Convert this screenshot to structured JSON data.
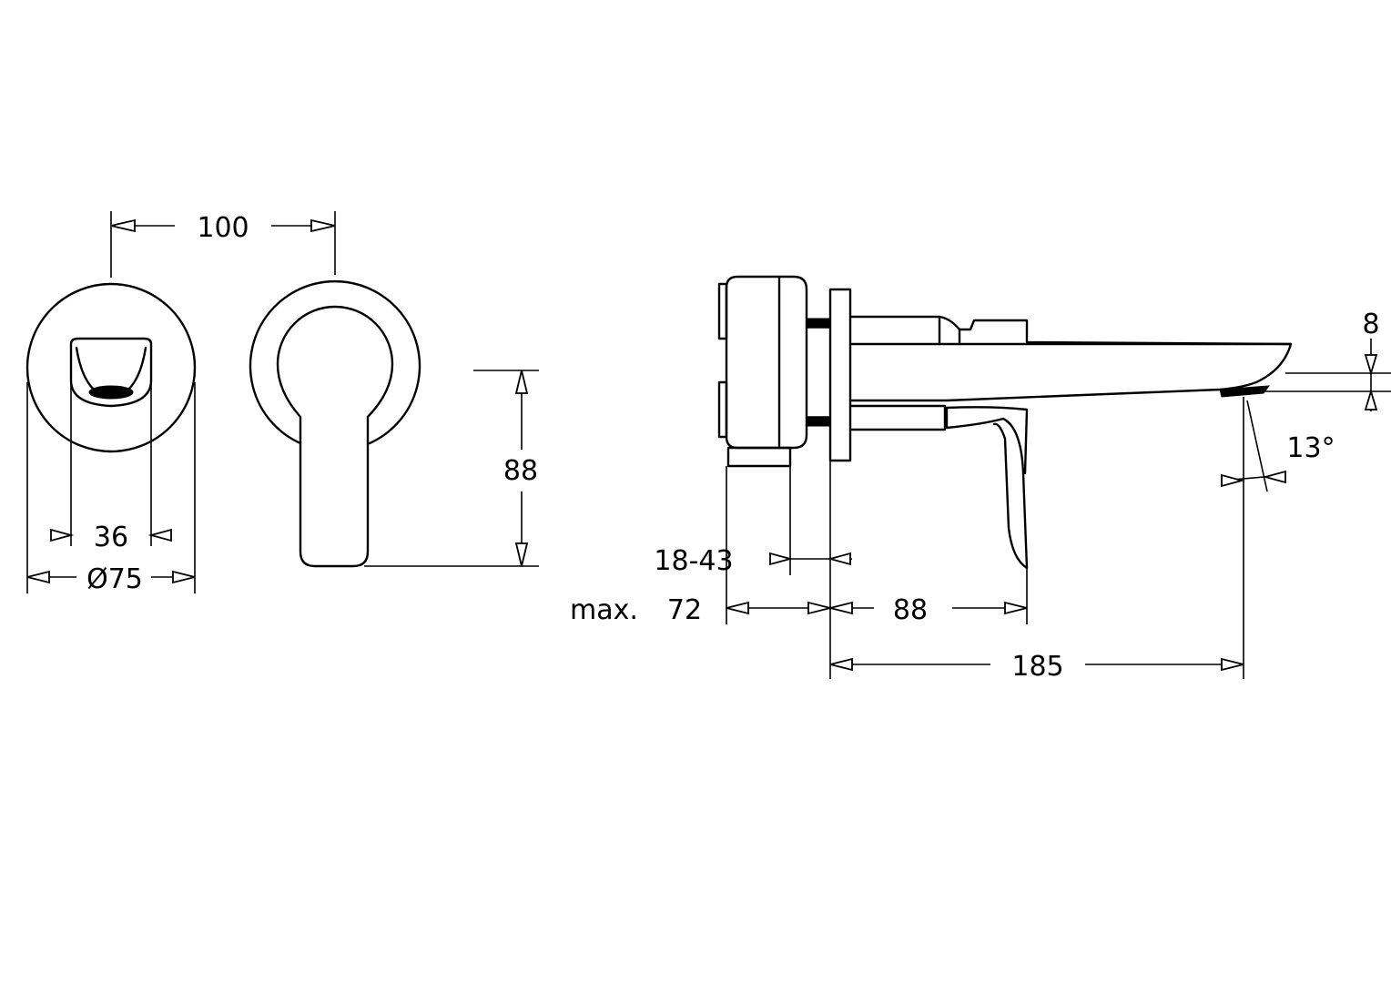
{
  "dimensions": {
    "spacing_between_parts": "100",
    "plate_diameter": "Ø75",
    "spout_width": "36",
    "lever_height": "88",
    "wall_thickness_range": "18-43",
    "max_depth_label": "max.",
    "max_depth_value": "72",
    "lever_projection": "88",
    "spout_projection": "185",
    "spout_outlet_height": "8",
    "spout_angle": "13°"
  },
  "colors": {
    "line": "#000000",
    "background": "#ffffff"
  }
}
